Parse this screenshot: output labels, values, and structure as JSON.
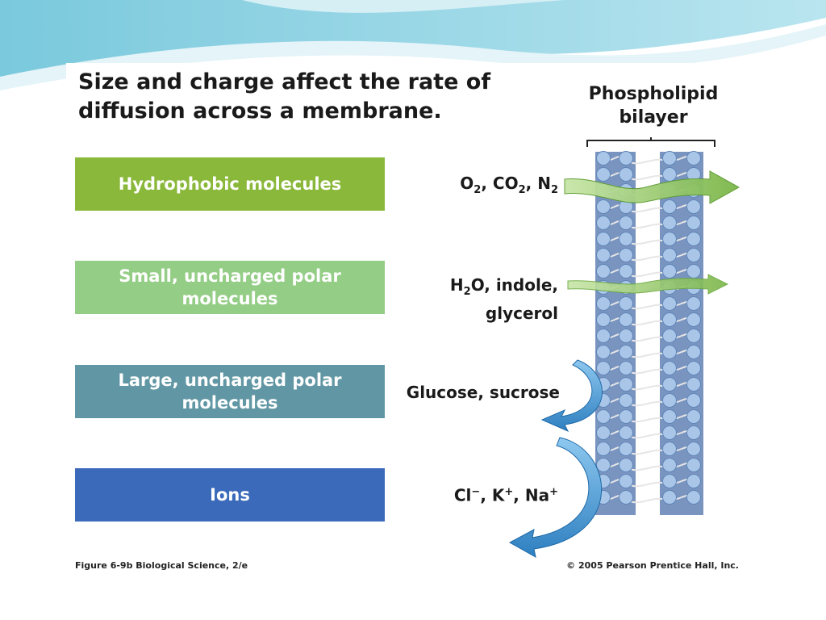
{
  "title": "Size and charge affect the rate of diffusion across a membrane.",
  "bilayer_label": "Phospholipid\nbilayer",
  "categories": [
    {
      "label": "Hydrophobic molecules",
      "color": "#8ab83a"
    },
    {
      "label": "Small, uncharged polar molecules",
      "color": "#94cd85"
    },
    {
      "label": "Large, uncharged polar molecules",
      "color": "#6197a4"
    },
    {
      "label": "Ions",
      "color": "#3c6aba"
    }
  ],
  "molecules": {
    "hydrophobic": {
      "o": "O",
      "o_sub": "2",
      "sep1": ", CO",
      "co_sub": "2",
      "sep2": ", N",
      "n_sub": "2"
    },
    "small_polar": {
      "h": "H",
      "h_sub": "2",
      "rest": "O, indole,",
      "line2": "glycerol"
    },
    "large_polar": {
      "text": "Glucose, sucrose"
    },
    "ions": {
      "cl": "Cl",
      "cl_sup": "−",
      "k": ", K",
      "k_sup": "+",
      "na": ", Na",
      "na_sup": "+"
    }
  },
  "footer": {
    "left": "Figure 6-9b  Biological Science, 2/e",
    "right": "© 2005 Pearson Prentice Hall, Inc."
  },
  "colors": {
    "arrow_green": "#7ab648",
    "arrow_blue": "#3b8fcf",
    "head_blue": "#a9c6e8",
    "tail_gray": "#e6e6e6"
  }
}
